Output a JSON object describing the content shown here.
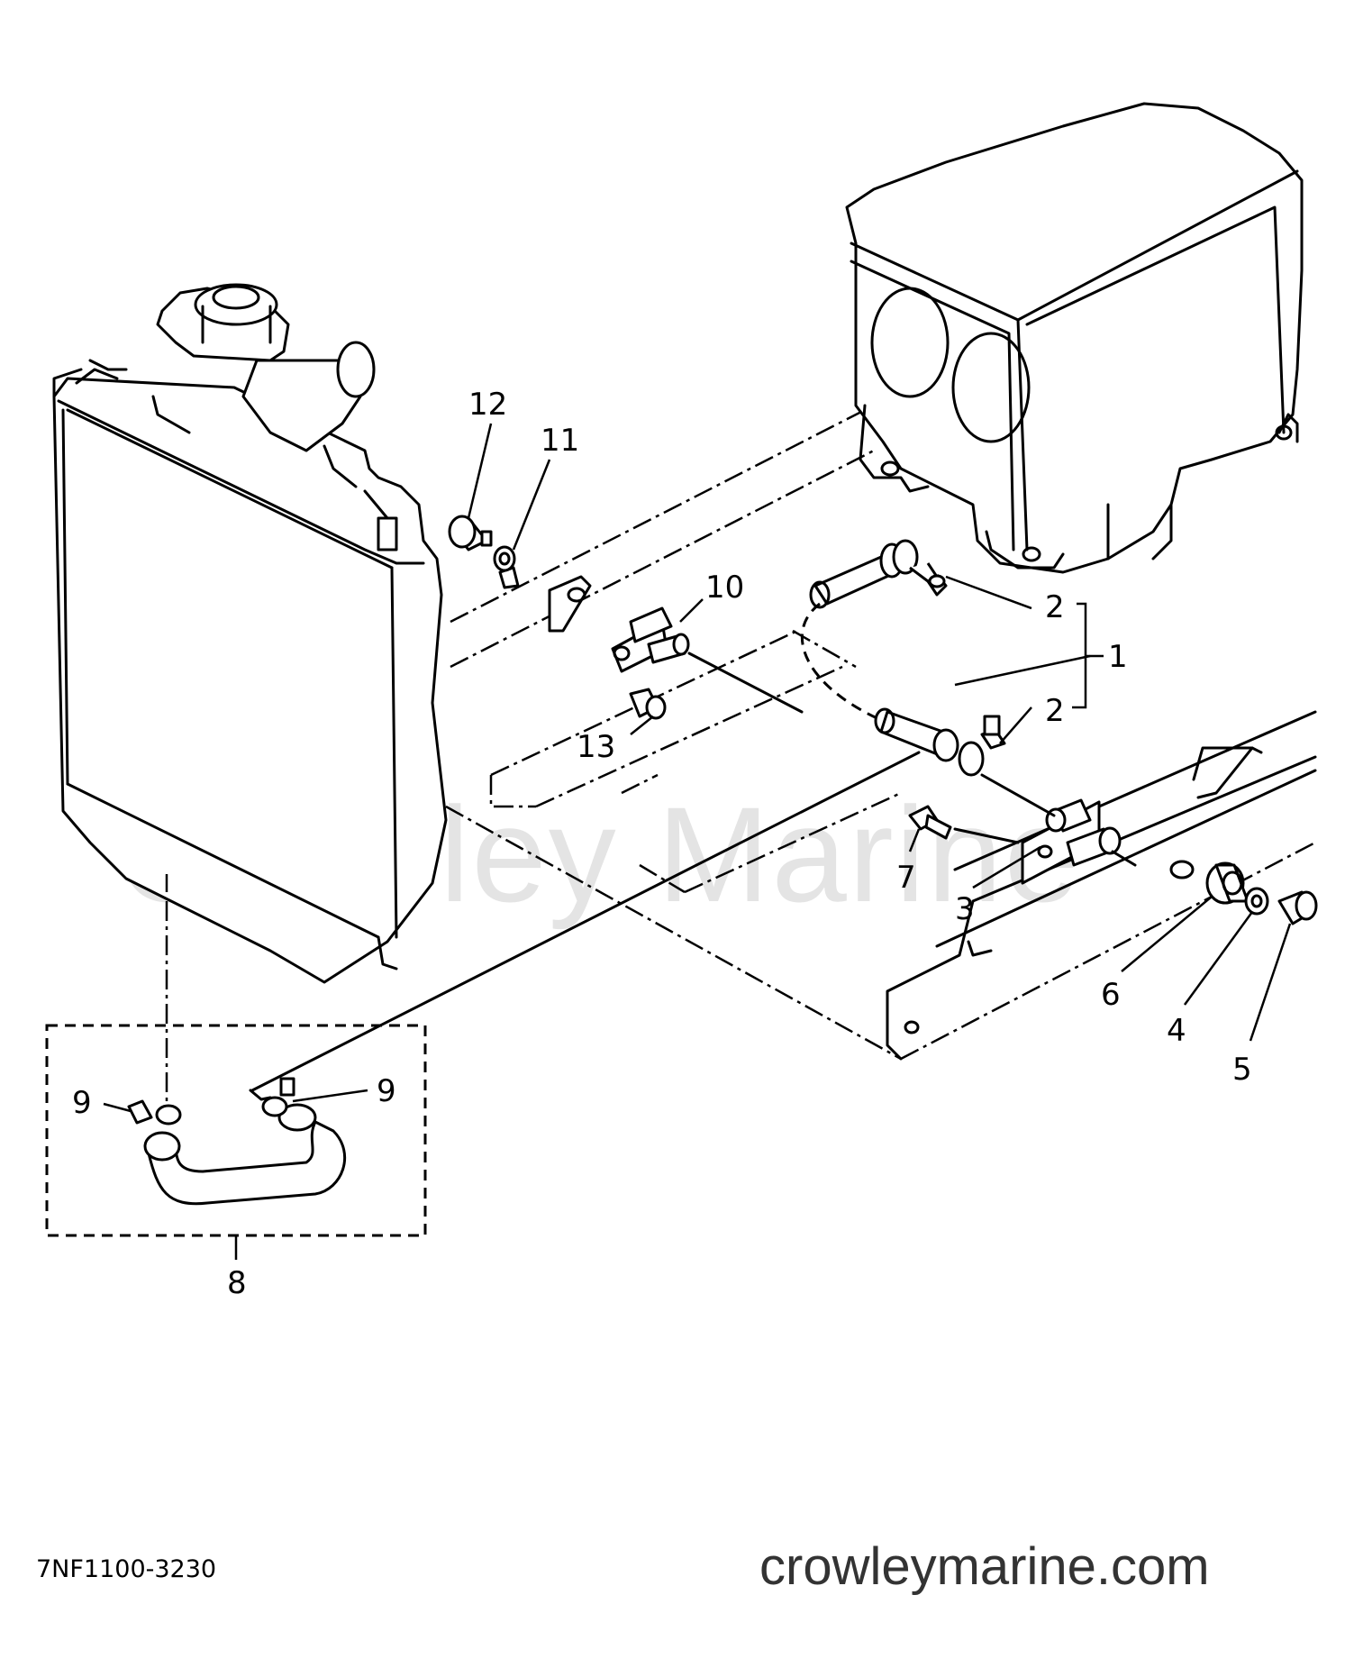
{
  "watermark": "Crowley Marine",
  "part_code": "7NF1100-3230",
  "site_url": "crowleymarine.com",
  "callouts": {
    "c1": "1",
    "c2a": "2",
    "c2b": "2",
    "c3": "3",
    "c4": "4",
    "c5": "5",
    "c6": "6",
    "c7": "7",
    "c8": "8",
    "c9a": "9",
    "c9b": "9",
    "c10": "10",
    "c11": "11",
    "c12": "12",
    "c13": "13"
  }
}
